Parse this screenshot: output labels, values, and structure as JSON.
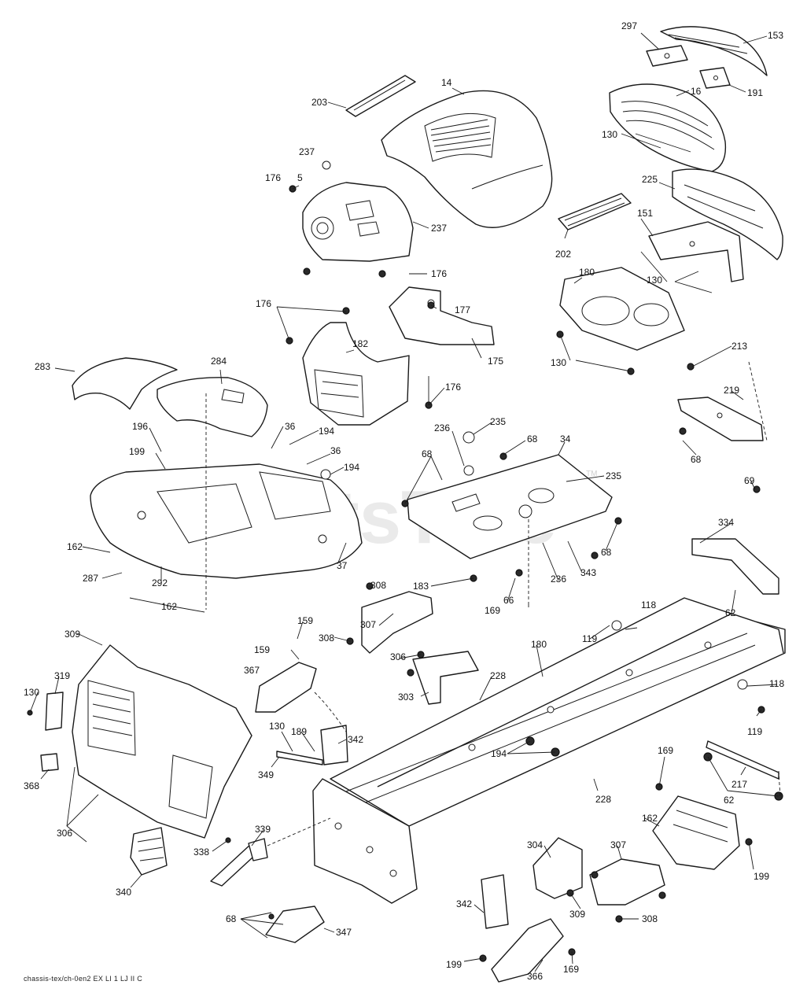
{
  "watermark": {
    "text": "PartsTree",
    "trademark": "TM"
  },
  "footer_text": "chassis-tex/ch-0en2  EX LI  1 LJ II C",
  "callouts": [
    "297",
    "153",
    "14",
    "203",
    "191",
    "16",
    "130",
    "237",
    "5",
    "176",
    "237",
    "225",
    "151",
    "202",
    "130",
    "176",
    "176",
    "177",
    "180",
    "130",
    "283",
    "284",
    "182",
    "175",
    "213",
    "176",
    "219",
    "235",
    "196",
    "36",
    "194",
    "236",
    "68",
    "34",
    "199",
    "36",
    "68",
    "194",
    "68",
    "69",
    "235",
    "162",
    "37",
    "287",
    "292",
    "68",
    "183",
    "236",
    "343",
    "308",
    "66",
    "169",
    "162",
    "334",
    "62",
    "118",
    "307",
    "309",
    "159",
    "308",
    "119",
    "159",
    "180",
    "367",
    "306",
    "319",
    "130",
    "228",
    "118",
    "303",
    "130",
    "189",
    "342",
    "119",
    "194",
    "169",
    "368",
    "349",
    "217",
    "62",
    "228",
    "162",
    "306",
    "339",
    "338",
    "304",
    "307",
    "340",
    "199",
    "309",
    "308",
    "342",
    "68",
    "347",
    "199",
    "169",
    "366"
  ],
  "icons": [
    "bolt-icon",
    "nut-icon",
    "washer-icon",
    "grommet-icon",
    "screw-icon"
  ]
}
